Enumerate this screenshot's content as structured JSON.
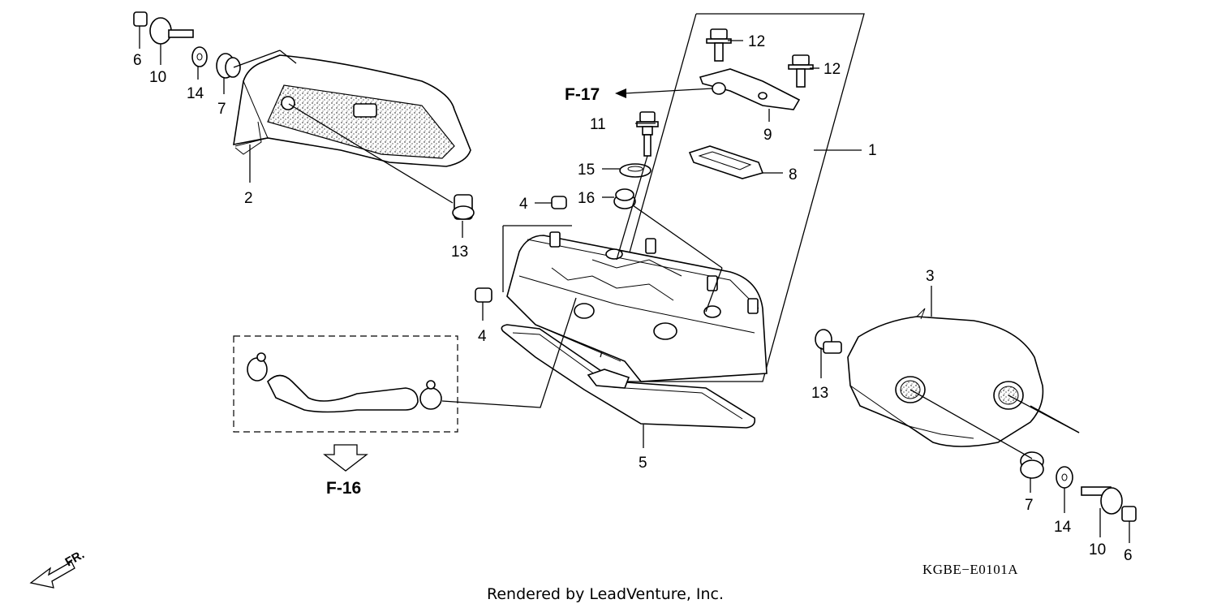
{
  "diagram": {
    "callouts": {
      "p1": "1",
      "p2": "2",
      "p3": "3",
      "p4a": "4",
      "p4b": "4",
      "p5": "5",
      "p6a": "6",
      "p6b": "6",
      "p7a": "7",
      "p7b": "7",
      "p8": "8",
      "p9": "9",
      "p10a": "10",
      "p10b": "10",
      "p11": "11",
      "p12a": "12",
      "p12b": "12",
      "p13a": "13",
      "p13b": "13",
      "p14a": "14",
      "p14b": "14",
      "p15": "15",
      "p16": "16"
    },
    "refs": {
      "f17": "F-17",
      "f16": "F-16"
    },
    "front_label": "FR.",
    "diagram_code": "KGBE−E0101A",
    "credit": "Rendered by LeadVenture, Inc."
  },
  "icons": {
    "front_arrow": "front-direction-arrow-icon",
    "ref_arrow": "down-arrow-icon"
  }
}
